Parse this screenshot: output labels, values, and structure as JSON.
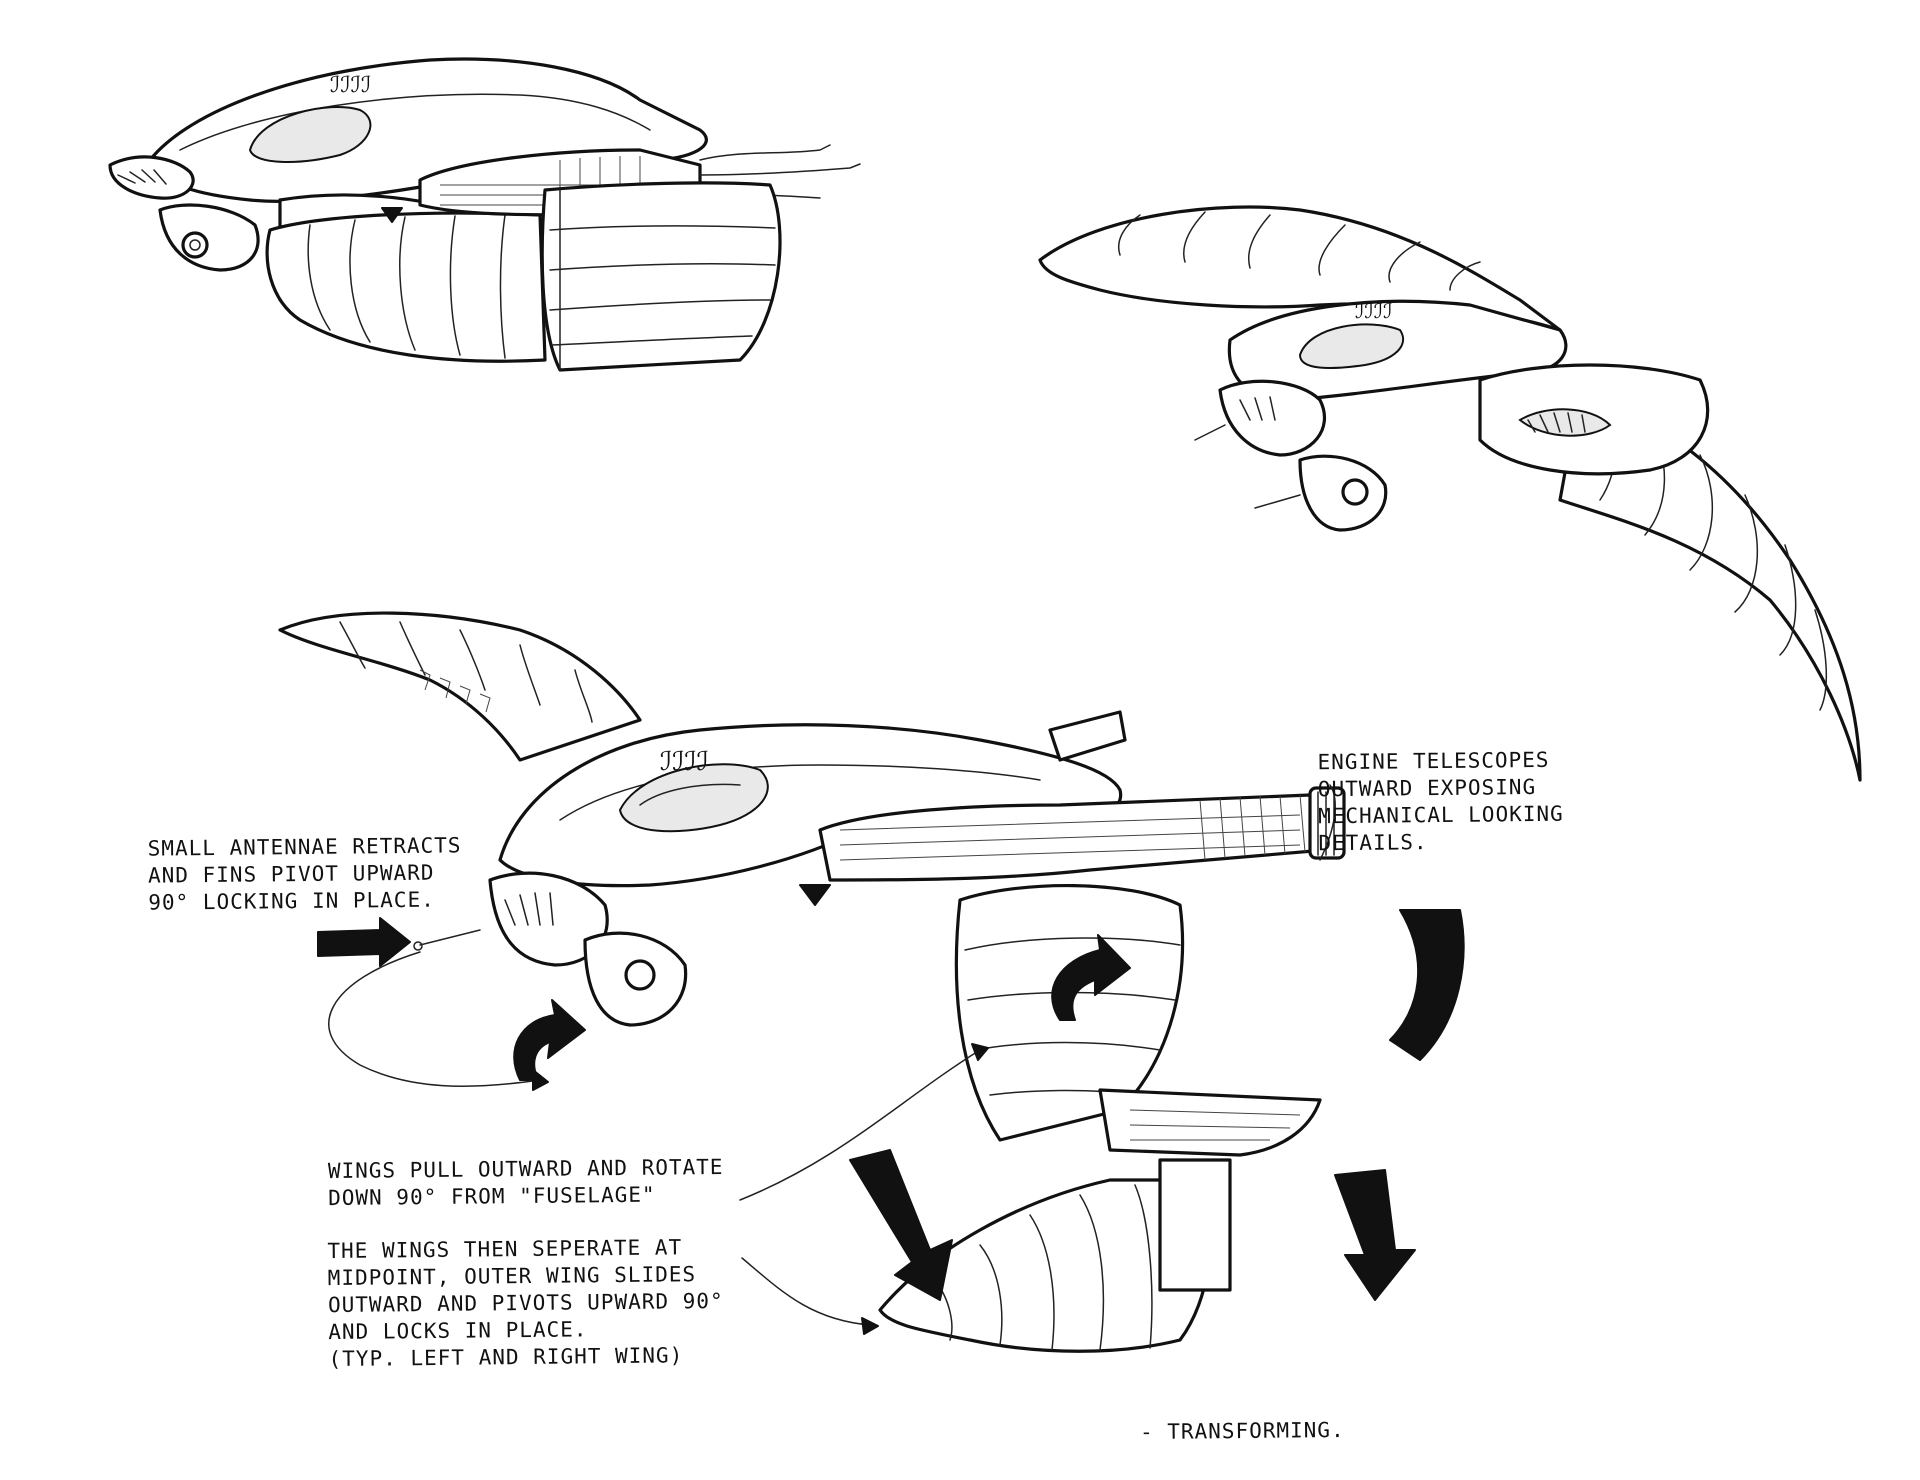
{
  "notes": {
    "antennae": [
      "SMALL ANTENNAE RETRACTS",
      "AND FINS PIVOT UPWARD",
      "90° LOCKING IN PLACE."
    ],
    "engine": [
      "ENGINE TELESCOPES",
      "OUTWARD EXPOSING",
      "MECHANICAL LOOKING",
      "DETAILS."
    ],
    "wings_rotate": [
      "WINGS PULL OUTWARD AND ROTATE",
      "DOWN 90° FROM \"FUSELAGE\""
    ],
    "wings_separate": [
      "THE WINGS THEN SEPERATE AT",
      "MIDPOINT, OUTER WING SLIDES",
      "OUTWARD AND PIVOTS UPWARD 90°",
      "AND LOCKS IN PLACE.",
      "(TYP. LEFT AND RIGHT WING)"
    ],
    "caption": "- TRANSFORMING."
  },
  "hull_marking": "ℐℐℐℐ",
  "colors": {
    "ink": "#111111",
    "paper": "#ffffff"
  }
}
